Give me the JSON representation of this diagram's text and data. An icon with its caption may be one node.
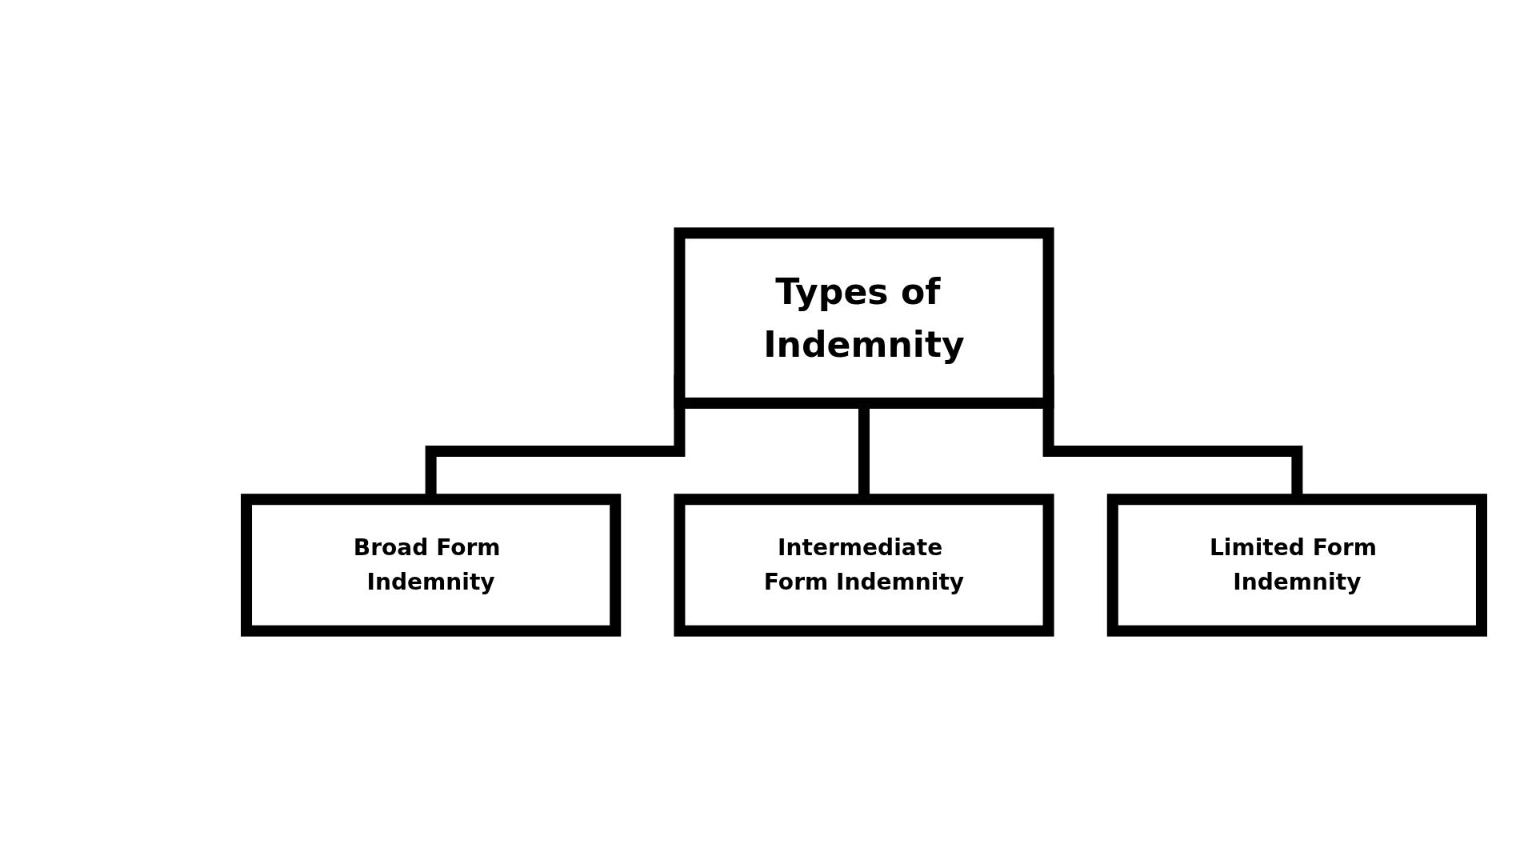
{
  "diagram": {
    "nodes": [
      {
        "text": [
          "Types of Indemnity"
        ]
      },
      {
        "text": [
          "Broad Form Indemnity"
        ]
      },
      {
        "text": [
          "Intermediate Form Indemnity"
        ]
      },
      {
        "text": [
          "Limited Form Indemnity"
        ]
      }
    ],
    "edges": [
      {
        "from": 0,
        "to": 1,
        "arrow": "none"
      },
      {
        "from": 0,
        "to": 2,
        "arrow": "none"
      },
      {
        "from": 0,
        "to": 3,
        "arrow": "none"
      }
    ]
  }
}
